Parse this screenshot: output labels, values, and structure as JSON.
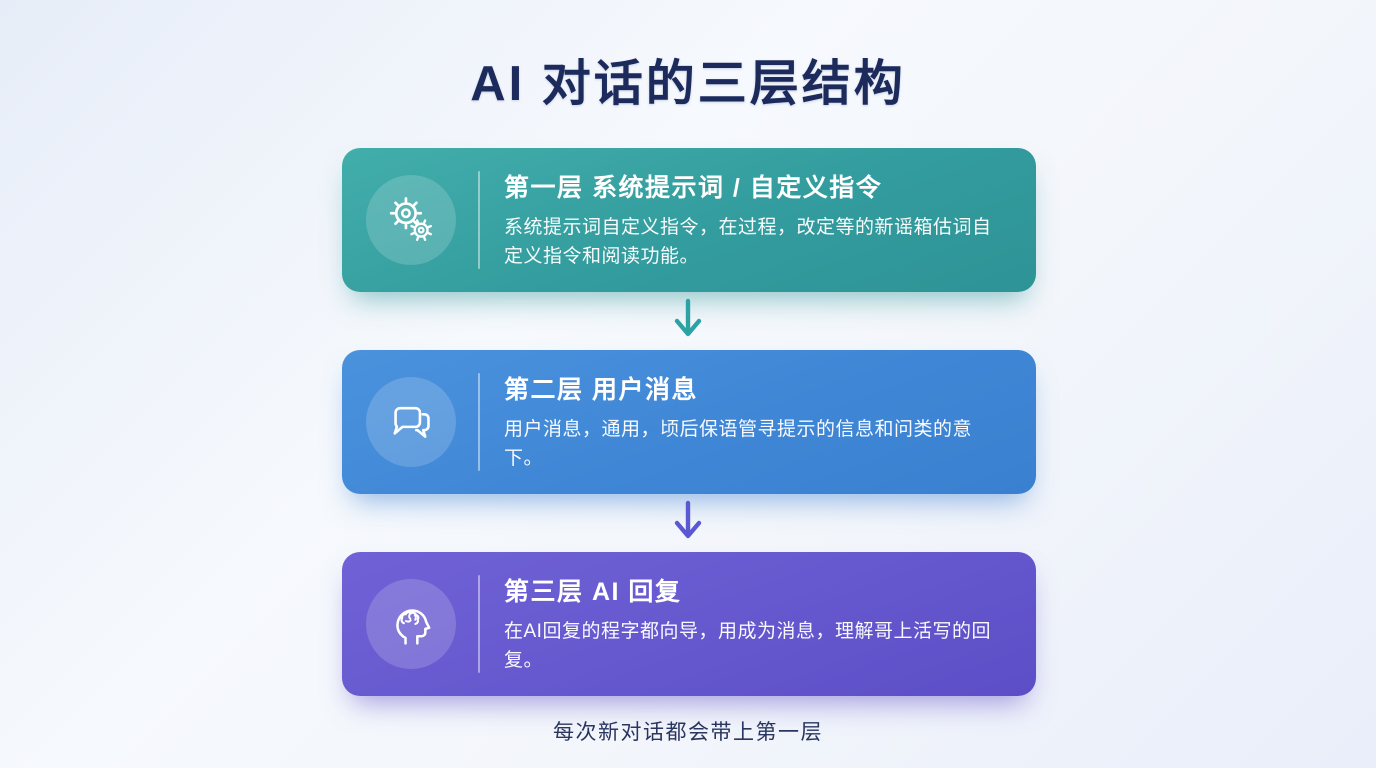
{
  "header": {
    "title": "AI 对话的三层结构",
    "title_color": "#1c2a5c"
  },
  "footer": {
    "note": "每次新对话都会带上第一层",
    "color": "#2a3560"
  },
  "layers": [
    {
      "title": "第一层 系统提示词 / 自定义指令",
      "description": "系统提示词自定义指令，在过程，改定等的新谣箱估词自定义指令和阅读功能。",
      "icon": "gears-icon",
      "color": "#339c9e"
    },
    {
      "title": "第二层 用户消息",
      "description": "用户消息，通用，顷后保语管寻提示的信息和问类的意下。",
      "icon": "chat-bubbles-icon",
      "color": "#3f87d6"
    },
    {
      "title": "第三层 AI 回复",
      "description": "在AI回复的程字都向导，用成为消息，理解哥上活写的回复。",
      "icon": "brain-icon",
      "color": "#6557cd"
    }
  ],
  "arrows": [
    {
      "direction": "down",
      "color": "#2ba2a3"
    },
    {
      "direction": "down",
      "color": "#5a58d2"
    }
  ]
}
